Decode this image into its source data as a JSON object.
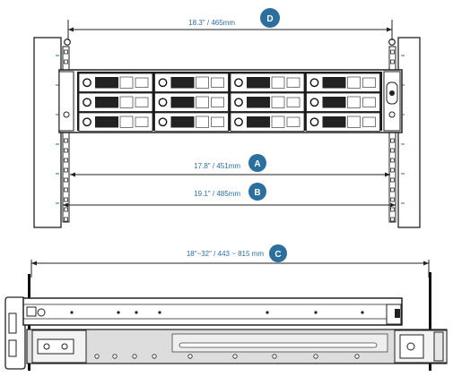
{
  "dimensions": {
    "d": {
      "badge": "D",
      "text": "18.3\" / 465mm"
    },
    "a": {
      "badge": "A",
      "text": "17.8\" / 451mm"
    },
    "b": {
      "badge": "B",
      "text": "19.1\" / 485mm"
    },
    "c": {
      "badge": "C",
      "text": "18\"~32\" / 443 ~ 815 mm"
    }
  },
  "colors": {
    "accent": "#2a6f9e",
    "line": "#222222",
    "rail_fill": "#dddddd"
  },
  "front_view": {
    "drive_bays": 12,
    "rows": 3,
    "columns": 4
  }
}
